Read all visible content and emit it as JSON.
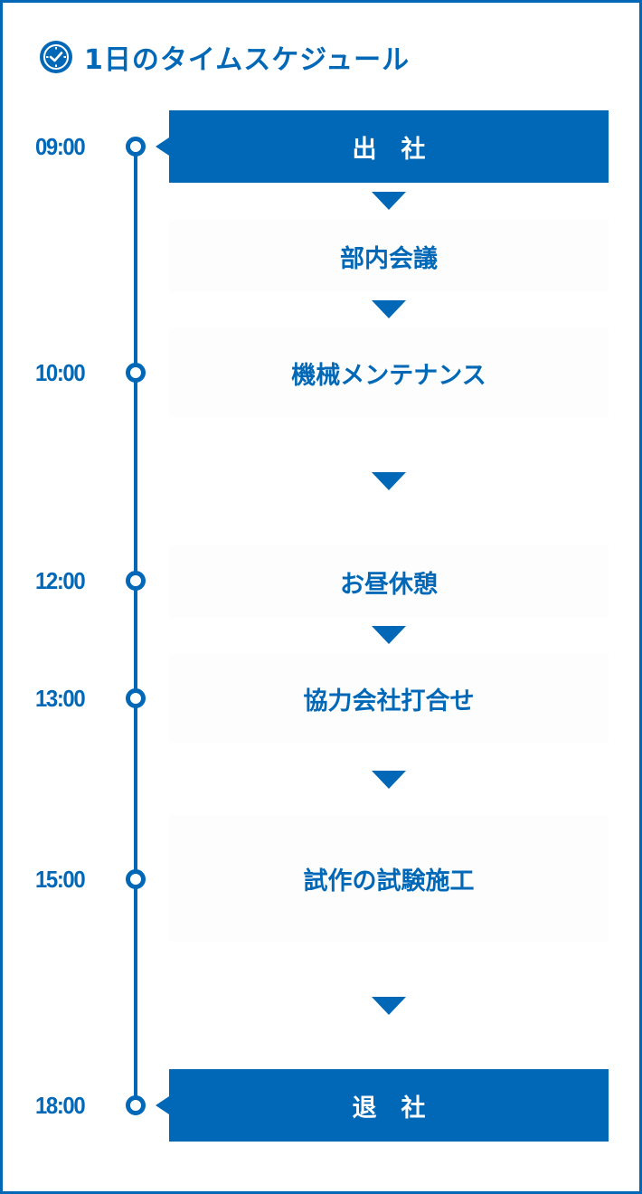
{
  "title": "1日のタイムスケジュール",
  "times": [
    "09:00",
    "10:00",
    "12:00",
    "13:00",
    "15:00",
    "18:00"
  ],
  "events": [
    "出　社",
    "部内会議",
    "機械メンテナンス",
    "お昼休憩",
    "協力会社打合せ",
    "試作の試験施工",
    "退　社"
  ],
  "colors": {
    "primary": "#0068b6",
    "box_light": "#fdfdfd",
    "background": "#ffffff"
  },
  "icons": {
    "header": "clock-icon",
    "flow": "triangle-down-arrow-icon",
    "pointer": "triangle-left-pointer-icon"
  }
}
